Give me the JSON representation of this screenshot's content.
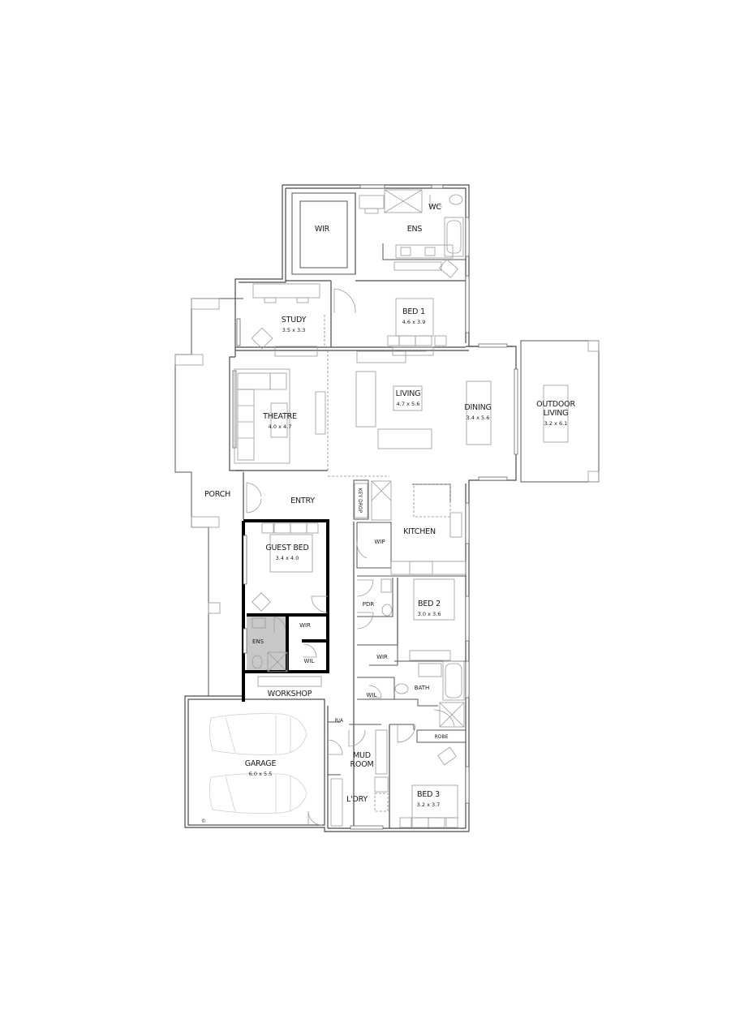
{
  "plan": {
    "rooms": {
      "wir_master": {
        "label": "WIR"
      },
      "ens_master": {
        "label": "ENS"
      },
      "wc": {
        "label": "WC"
      },
      "bed1": {
        "label": "BED 1",
        "dims": "4.6 x 3.9"
      },
      "study": {
        "label": "STUDY",
        "dims": "3.5 x 3.3"
      },
      "theatre": {
        "label": "THEATRE",
        "dims": "4.0 x 4.7"
      },
      "living": {
        "label": "LIVING",
        "dims": "4.7 x 5.6"
      },
      "dining": {
        "label": "DINING",
        "dims": "3.4 x 5.6"
      },
      "outdoor_living": {
        "label_line1": "OUTDOOR",
        "label_line2": "LIVING",
        "dims": "3.2 x 6.1"
      },
      "porch": {
        "label": "PORCH"
      },
      "entry": {
        "label": "ENTRY"
      },
      "key_drop": {
        "label": "KEY DROP"
      },
      "kitchen": {
        "label": "KITCHEN"
      },
      "wip": {
        "label": "WIP"
      },
      "guest_bed": {
        "label": "GUEST BED",
        "dims": "3.4 x 4.0"
      },
      "guest_wir": {
        "label": "WIR"
      },
      "guest_ens": {
        "label": "ENS"
      },
      "guest_wil": {
        "label": "WIL"
      },
      "workshop": {
        "label": "WORKSHOP"
      },
      "pdr": {
        "label": "PDR"
      },
      "bed2": {
        "label": "BED 2",
        "dims": "3.0 x 3.6"
      },
      "bed2_wir": {
        "label": "WIR"
      },
      "wil": {
        "label": "WIL"
      },
      "bath": {
        "label": "BATH"
      },
      "ra": {
        "label": "R/A"
      },
      "robe": {
        "label": "ROBE"
      },
      "mud_room": {
        "label_line1": "MUD",
        "label_line2": "ROOM"
      },
      "laundry": {
        "label": "L'DRY"
      },
      "bed3": {
        "label": "BED 3",
        "dims": "3.2 x 3.7"
      },
      "garage": {
        "label": "GARAGE",
        "dims": "6.0 x 5.5"
      }
    },
    "symbols": {
      "copyright": "©"
    },
    "colors": {
      "wall": "#4a4a4a",
      "highlight_wall": "#000000",
      "wet_area_fill": "#c8c8c8",
      "furniture": "#9a9a9a"
    }
  }
}
